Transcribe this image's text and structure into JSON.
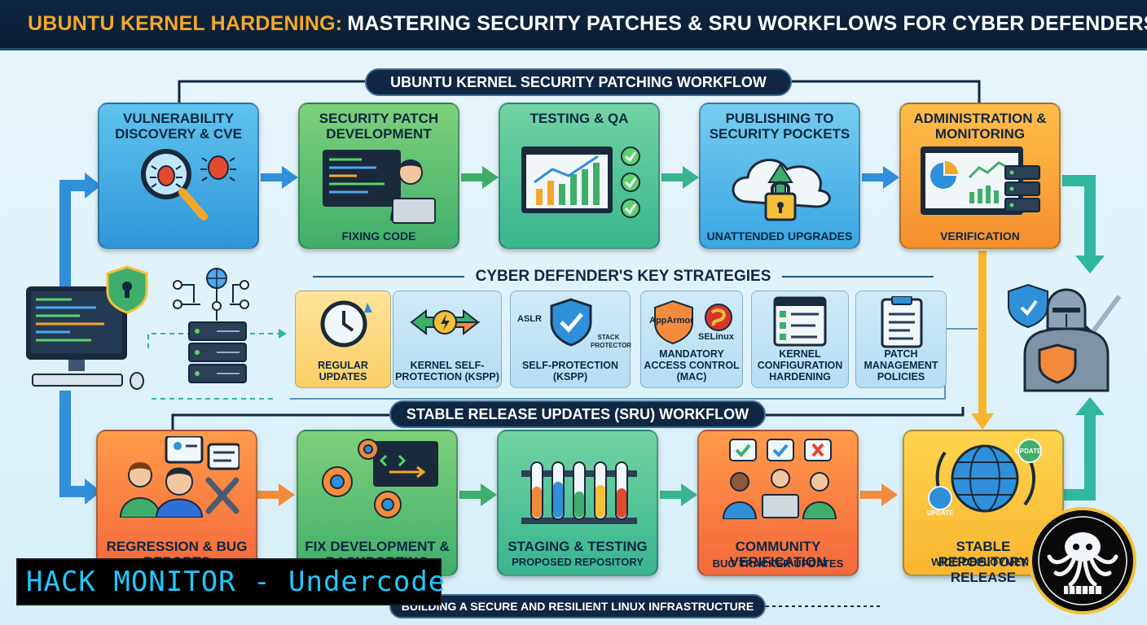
{
  "header": {
    "title_accent": "UBUNTU KERNEL HARDENING:",
    "title_main": "MASTERING SECURITY PATCHES & SRU WORKFLOWS FOR CYBER DEFENDERS"
  },
  "patch_workflow": {
    "title": "UBUNTU KERNEL SECURITY PATCHING WORKFLOW",
    "steps": [
      {
        "title": "VULNERABILITY DISCOVERY & CVE",
        "subtitle": ""
      },
      {
        "title": "SECURITY PATCH DEVELOPMENT",
        "subtitle": "FIXING CODE"
      },
      {
        "title": "TESTING & QA",
        "subtitle": ""
      },
      {
        "title": "PUBLISHING TO SECURITY POCKETS",
        "subtitle": "UNATTENDED UPGRADES"
      },
      {
        "title": "ADMINISTRATION & MONITORING",
        "subtitle": "VERIFICATION"
      }
    ]
  },
  "strategies": {
    "title": "CYBER DEFENDER'S KEY STRATEGIES",
    "items": [
      {
        "label": "REGULAR UPDATES"
      },
      {
        "label": "KERNEL SELF-PROTECTION (KSPP)"
      },
      {
        "label": "SELF-PROTECTION (KSPP)",
        "tags": [
          "ASLR",
          "STACK PROTECTOR"
        ]
      },
      {
        "label": "MANDATORY ACCESS CONTROL (MAC)",
        "tags": [
          "AppArmor",
          "SELinux"
        ]
      },
      {
        "label": "KERNEL CONFIGURATION HARDENING"
      },
      {
        "label": "PATCH MANAGEMENT POLICIES"
      }
    ]
  },
  "sru_workflow": {
    "title": "STABLE RELEASE UPDATES (SRU) WORKFLOW",
    "steps": [
      {
        "title": "REGRESSION & BUG REPORTS",
        "subtitle": ""
      },
      {
        "title": "FIX DEVELOPMENT & BACKPORTING",
        "subtitle": ""
      },
      {
        "title": "STAGING & TESTING",
        "subtitle": "PROPOSED REPOSITORY"
      },
      {
        "title": "COMMUNITY VERIFICATION",
        "subtitle": "BUG TRACKER UPDATES"
      },
      {
        "title": "STABLE REPOSITORY RELEASE",
        "subtitle": "WIDE DEPLOYMENT"
      }
    ],
    "globe_tags": [
      "UPDATE",
      "UPDATE"
    ]
  },
  "footer": {
    "tagline": "BUILDING A SECURE AND RESILIENT LINUX INFRASTRUCTURE"
  },
  "watermark": {
    "text": "HACK MONITOR - Undercode"
  },
  "colors": {
    "navy": "#0f2742",
    "accent_orange": "#f4a72a",
    "flow_arrow": "#2f8fd8",
    "link_arrow": "#2fb7a0",
    "sru_arrow": "#f48a3c",
    "verify_arrow": "#f8b52f"
  }
}
